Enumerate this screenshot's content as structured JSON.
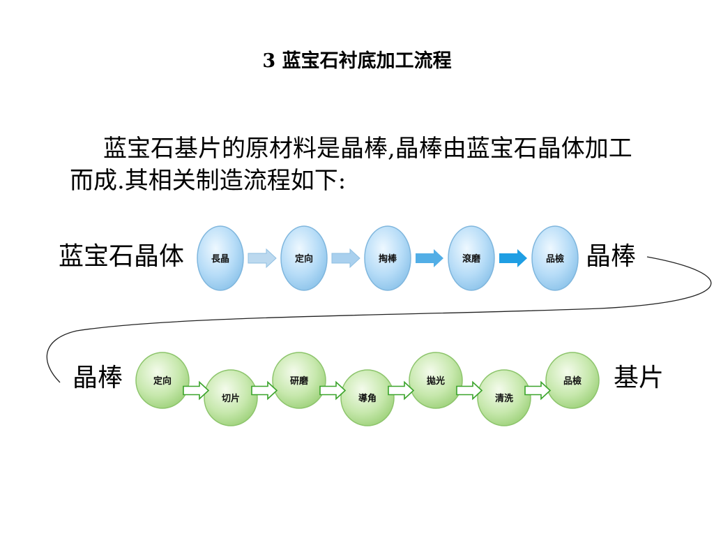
{
  "title": "3  蓝宝石衬底加工流程",
  "intro": "蓝宝石基片的原材料是晶棒,晶棒由蓝宝石晶体加工而成.其相关制造流程如下:",
  "row1": {
    "start_label": "蓝宝石晶体",
    "end_label": "晶棒",
    "steps": [
      "長晶",
      "定向",
      "掏棒",
      "滾磨",
      "品檢"
    ]
  },
  "row2": {
    "start_label": "晶棒",
    "end_label": "基片",
    "steps": [
      "定向",
      "切片",
      "研磨",
      "導角",
      "拋光",
      "清洗",
      "品檢"
    ]
  },
  "colors": {
    "blue_fill": "#a9d6f5",
    "blue_stroke": "#7fb6dd",
    "green_fill": "#bfe3a2",
    "green_stroke": "#8cc46b",
    "arrow_green": "#3aa32a",
    "arrow_blue_1": "#bcd9ef",
    "arrow_blue_2": "#a9d0ee",
    "arrow_blue_3": "#52aee6",
    "arrow_blue_4": "#1f9ee3"
  }
}
